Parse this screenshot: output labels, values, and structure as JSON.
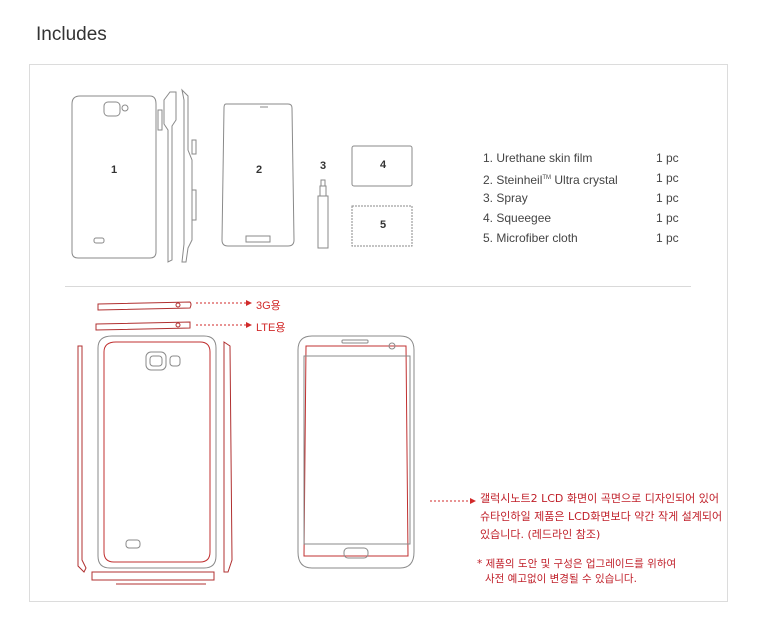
{
  "title": "Includes",
  "parts": {
    "label_1": "1",
    "label_2": "2",
    "label_3": "3",
    "label_4": "4",
    "label_5": "5"
  },
  "items": [
    {
      "name": "1. Urethane skin film",
      "qty": "1 pc"
    },
    {
      "name_prefix": "2. Steinheil",
      "tm": "TM",
      "name_suffix": " Ultra crystal",
      "qty": "1 pc"
    },
    {
      "name": "3. Spray",
      "qty": "1 pc"
    },
    {
      "name": "4. Squeegee",
      "qty": "1 pc"
    },
    {
      "name": "5. Microfiber cloth",
      "qty": "1 pc"
    }
  ],
  "tags": {
    "g3": "3G용",
    "lte": "LTE용"
  },
  "note": {
    "line1": "갤럭시노트2 LCD 화면이 곡면으로 디자인되어 있어",
    "line2": "슈타인하일 제품은 LCD화면보다 약간 작게 설계되어",
    "line3": "있습니다. (레드라인 참조)"
  },
  "note2": {
    "line1": "* 제품의 도안 및 구성은 업그레이드를 위하여",
    "line2": "사전 예고없이 변경될 수 있습니다."
  },
  "colors": {
    "accent_red": "#d12a2a",
    "outline_gray": "#8a8a8a"
  }
}
